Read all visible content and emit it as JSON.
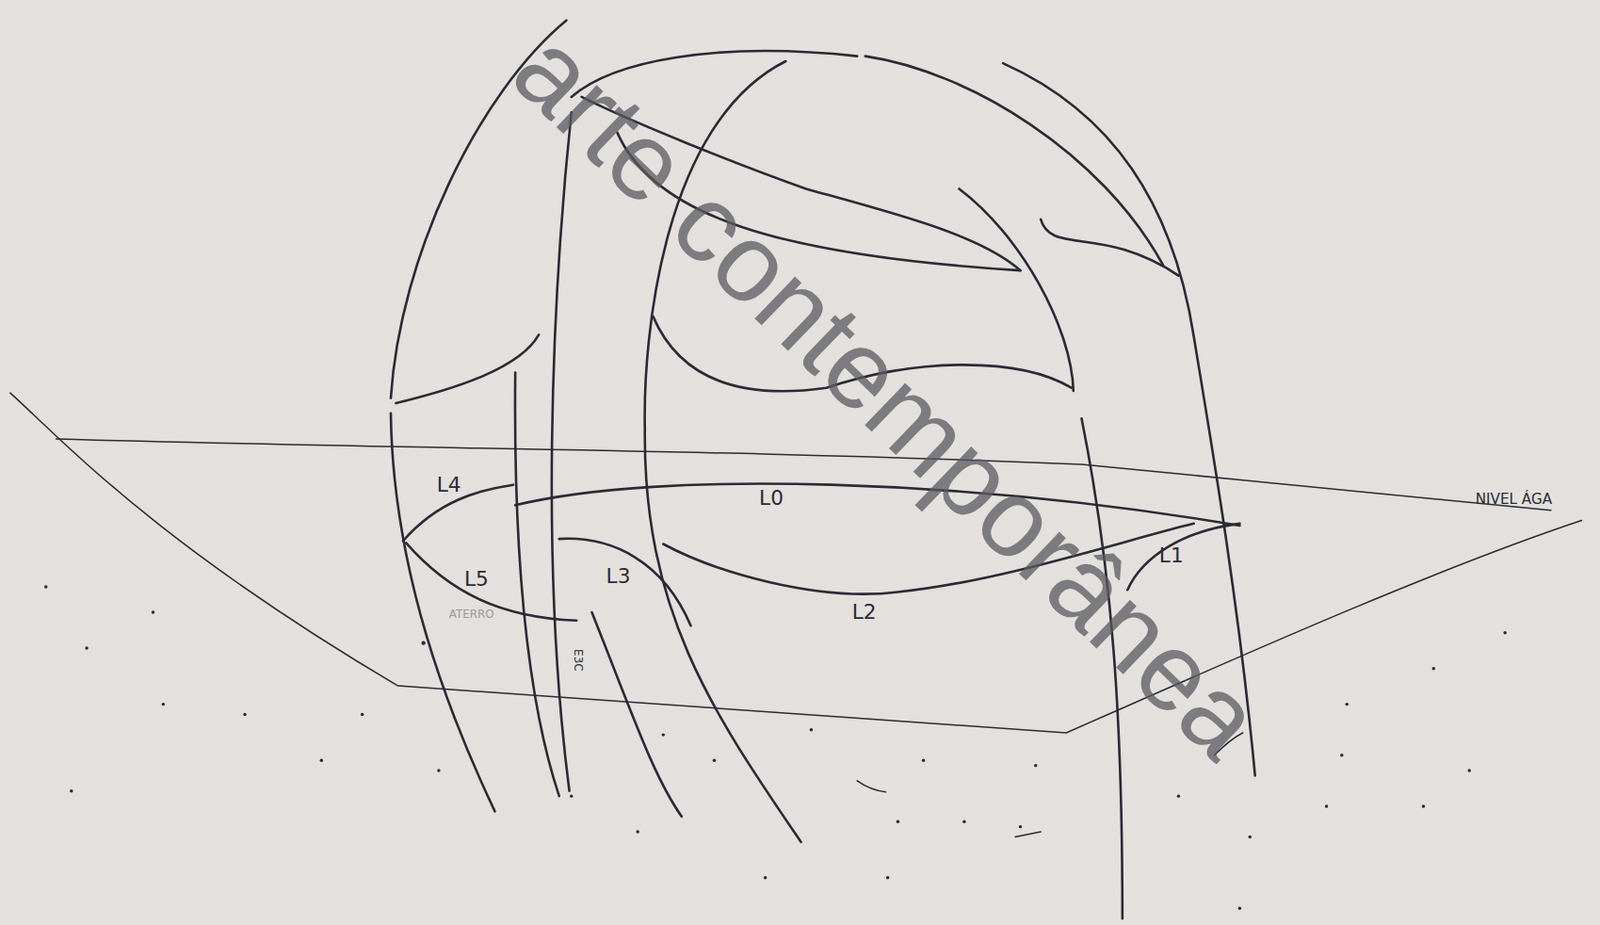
{
  "diagram": {
    "labels": [
      "L4",
      "L0",
      "L5",
      "L3",
      "L2",
      "L1",
      "NIVEL ÁGA",
      "ATERRO",
      "E3C",
      "arte contemporânea"
    ]
  }
}
